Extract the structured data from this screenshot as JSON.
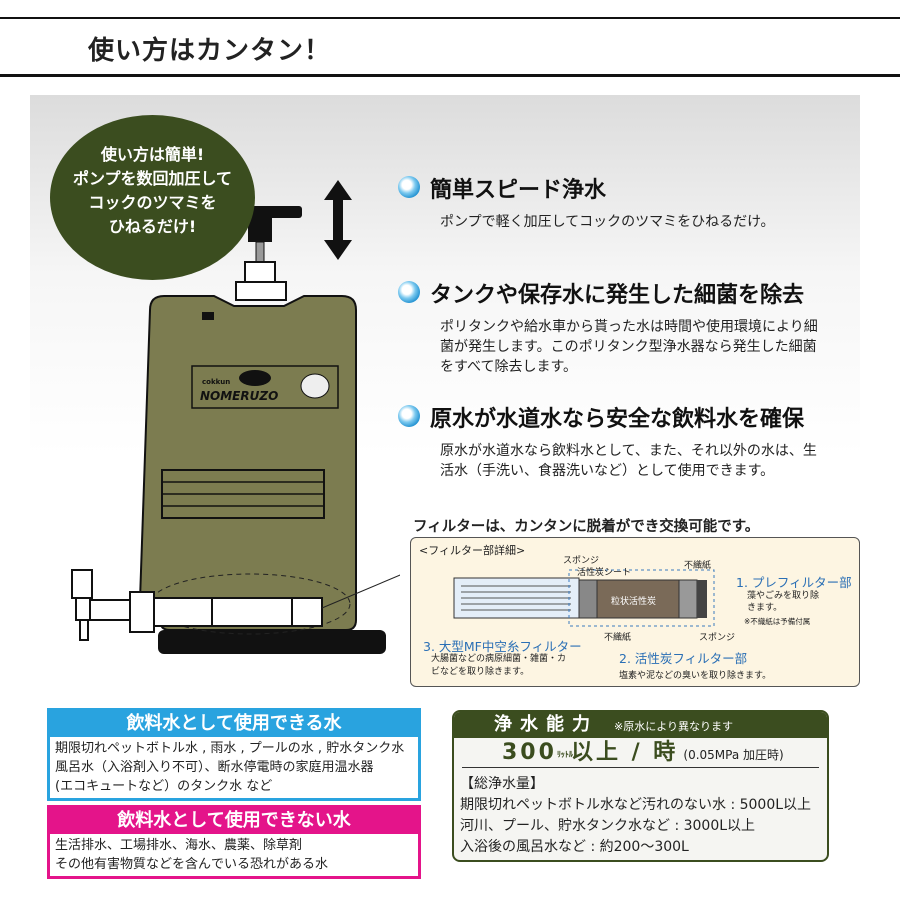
{
  "header": {
    "title": "使い方はカンタン！"
  },
  "bubble": {
    "lines": [
      "使い方は簡単!",
      "ポンプを数回加圧して",
      "コックのツマミを",
      "ひねるだけ!"
    ]
  },
  "product": {
    "brand_small": "cokkun",
    "brand": "NOMERUZO",
    "tank_color": "#7c7c50"
  },
  "features": [
    {
      "title": "簡単スピード浄水",
      "body": "ポンプで軽く加圧してコックのツマミをひねるだけ。"
    },
    {
      "title": "タンクや保存水に発生した細菌を除去",
      "body": "ポリタンクや給水車から貰った水は時間や使用環境により細菌が発生します。このポリタンク型浄水器なら発生した細菌をすべて除去します。"
    },
    {
      "title": "原水が水道水なら安全な飲料水を確保",
      "body": "原水が水道水なら飲料水として、また、それ以外の水は、生活水（手洗い、食器洗いなど）として使用できます。"
    }
  ],
  "filter": {
    "caption": "フィルターは、カンタンに脱着ができ交換可能です。",
    "detail_title": "<フィルター部詳細>",
    "labels": {
      "sponge_top": "スポンジ",
      "carbon_sheet": "活性炭シート",
      "nonwoven_top": "不織紙",
      "granular": "粒状活性炭",
      "nonwoven_bottom": "不織紙",
      "sponge_bottom": "スポンジ"
    },
    "parts": [
      {
        "name": "1. プレフィルター部",
        "desc": "藻やごみを取り除きます。",
        "note": "※不織紙は予備付属"
      },
      {
        "name": "2. 活性炭フィルター部",
        "desc": "塩素や泥などの臭いを取り除きます。"
      },
      {
        "name": "3. 大型MF中空糸フィルター",
        "desc": "大腸菌などの病原細菌・雑菌・カビなどを取り除きます。"
      }
    ]
  },
  "usable": {
    "title": "飲料水として使用できる水",
    "lines": [
      "期限切れペットボトル水 , 雨水 , プールの水 , 貯水タンク水",
      "風呂水（入浴剤入り不可）、断水停電時の家庭用温水器",
      "(エコキュートなど）のタンク水  など"
    ],
    "color": "#29a3df"
  },
  "unusable": {
    "title": "飲料水として使用できない水",
    "lines": [
      "生活排水、工場排水、海水、農薬、除草剤",
      "その他有害物質などを含んでいる恐れがある水"
    ],
    "color": "#e4148a"
  },
  "capacity": {
    "title": "浄水能力",
    "note": "※原水により異なります",
    "rate": "300",
    "unit": "ﾘｯﾄﾙ",
    "rate_suffix": "以上 / 時",
    "pressure": "(0.05MPa 加圧時)",
    "total_label": "【総浄水量】",
    "lines": [
      "期限切れペットボトル水など汚れのない水 : 5000L以上",
      "河川、プール、貯水タンク水など : 3000L以上",
      "入浴後の風呂水など : 約200～300L"
    ],
    "color": "#3b4d1f"
  }
}
